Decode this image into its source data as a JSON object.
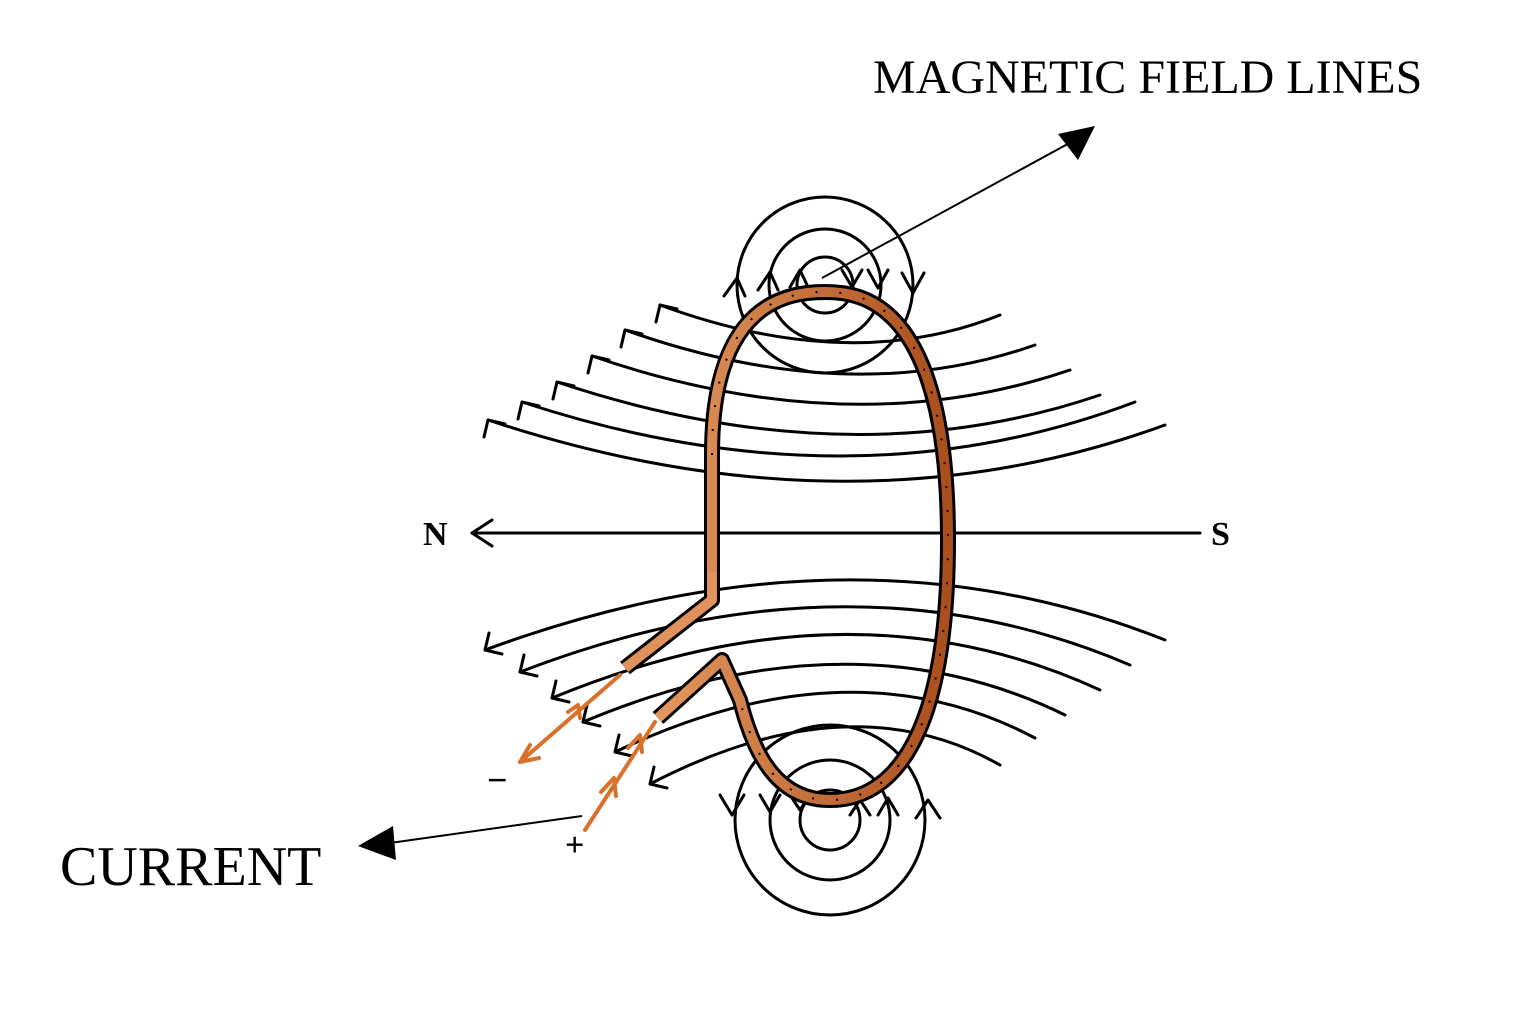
{
  "labels": {
    "magnetic_field_lines": "MAGNETIC FIELD LINES",
    "current": "CURRENT",
    "north": "N",
    "south": "S",
    "minus": "−",
    "plus": "+"
  },
  "colors": {
    "wire_light": "#e0915c",
    "wire_dark": "#a94e1d",
    "current_arrow": "#d9712b",
    "line": "#000000"
  }
}
